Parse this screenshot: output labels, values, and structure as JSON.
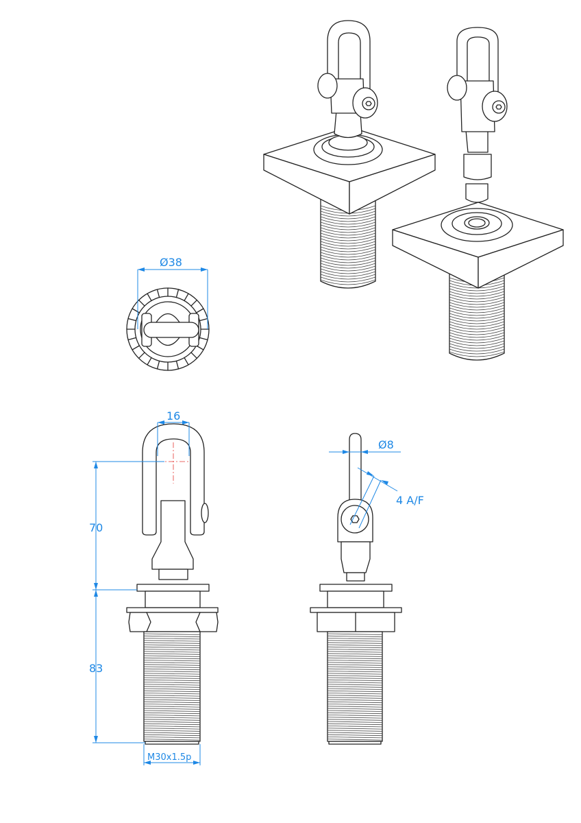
{
  "dimensions": {
    "top_view_diameter": "Ø38",
    "shackle_width": "16",
    "pin_diameter": "Ø8",
    "hex_key": "4 A/F",
    "upper_height": "70",
    "lower_height": "83",
    "thread": "M30x1.5p"
  },
  "colors": {
    "dimension": "#1e88e5",
    "centerline": "#e53935",
    "outline": "#222222"
  }
}
